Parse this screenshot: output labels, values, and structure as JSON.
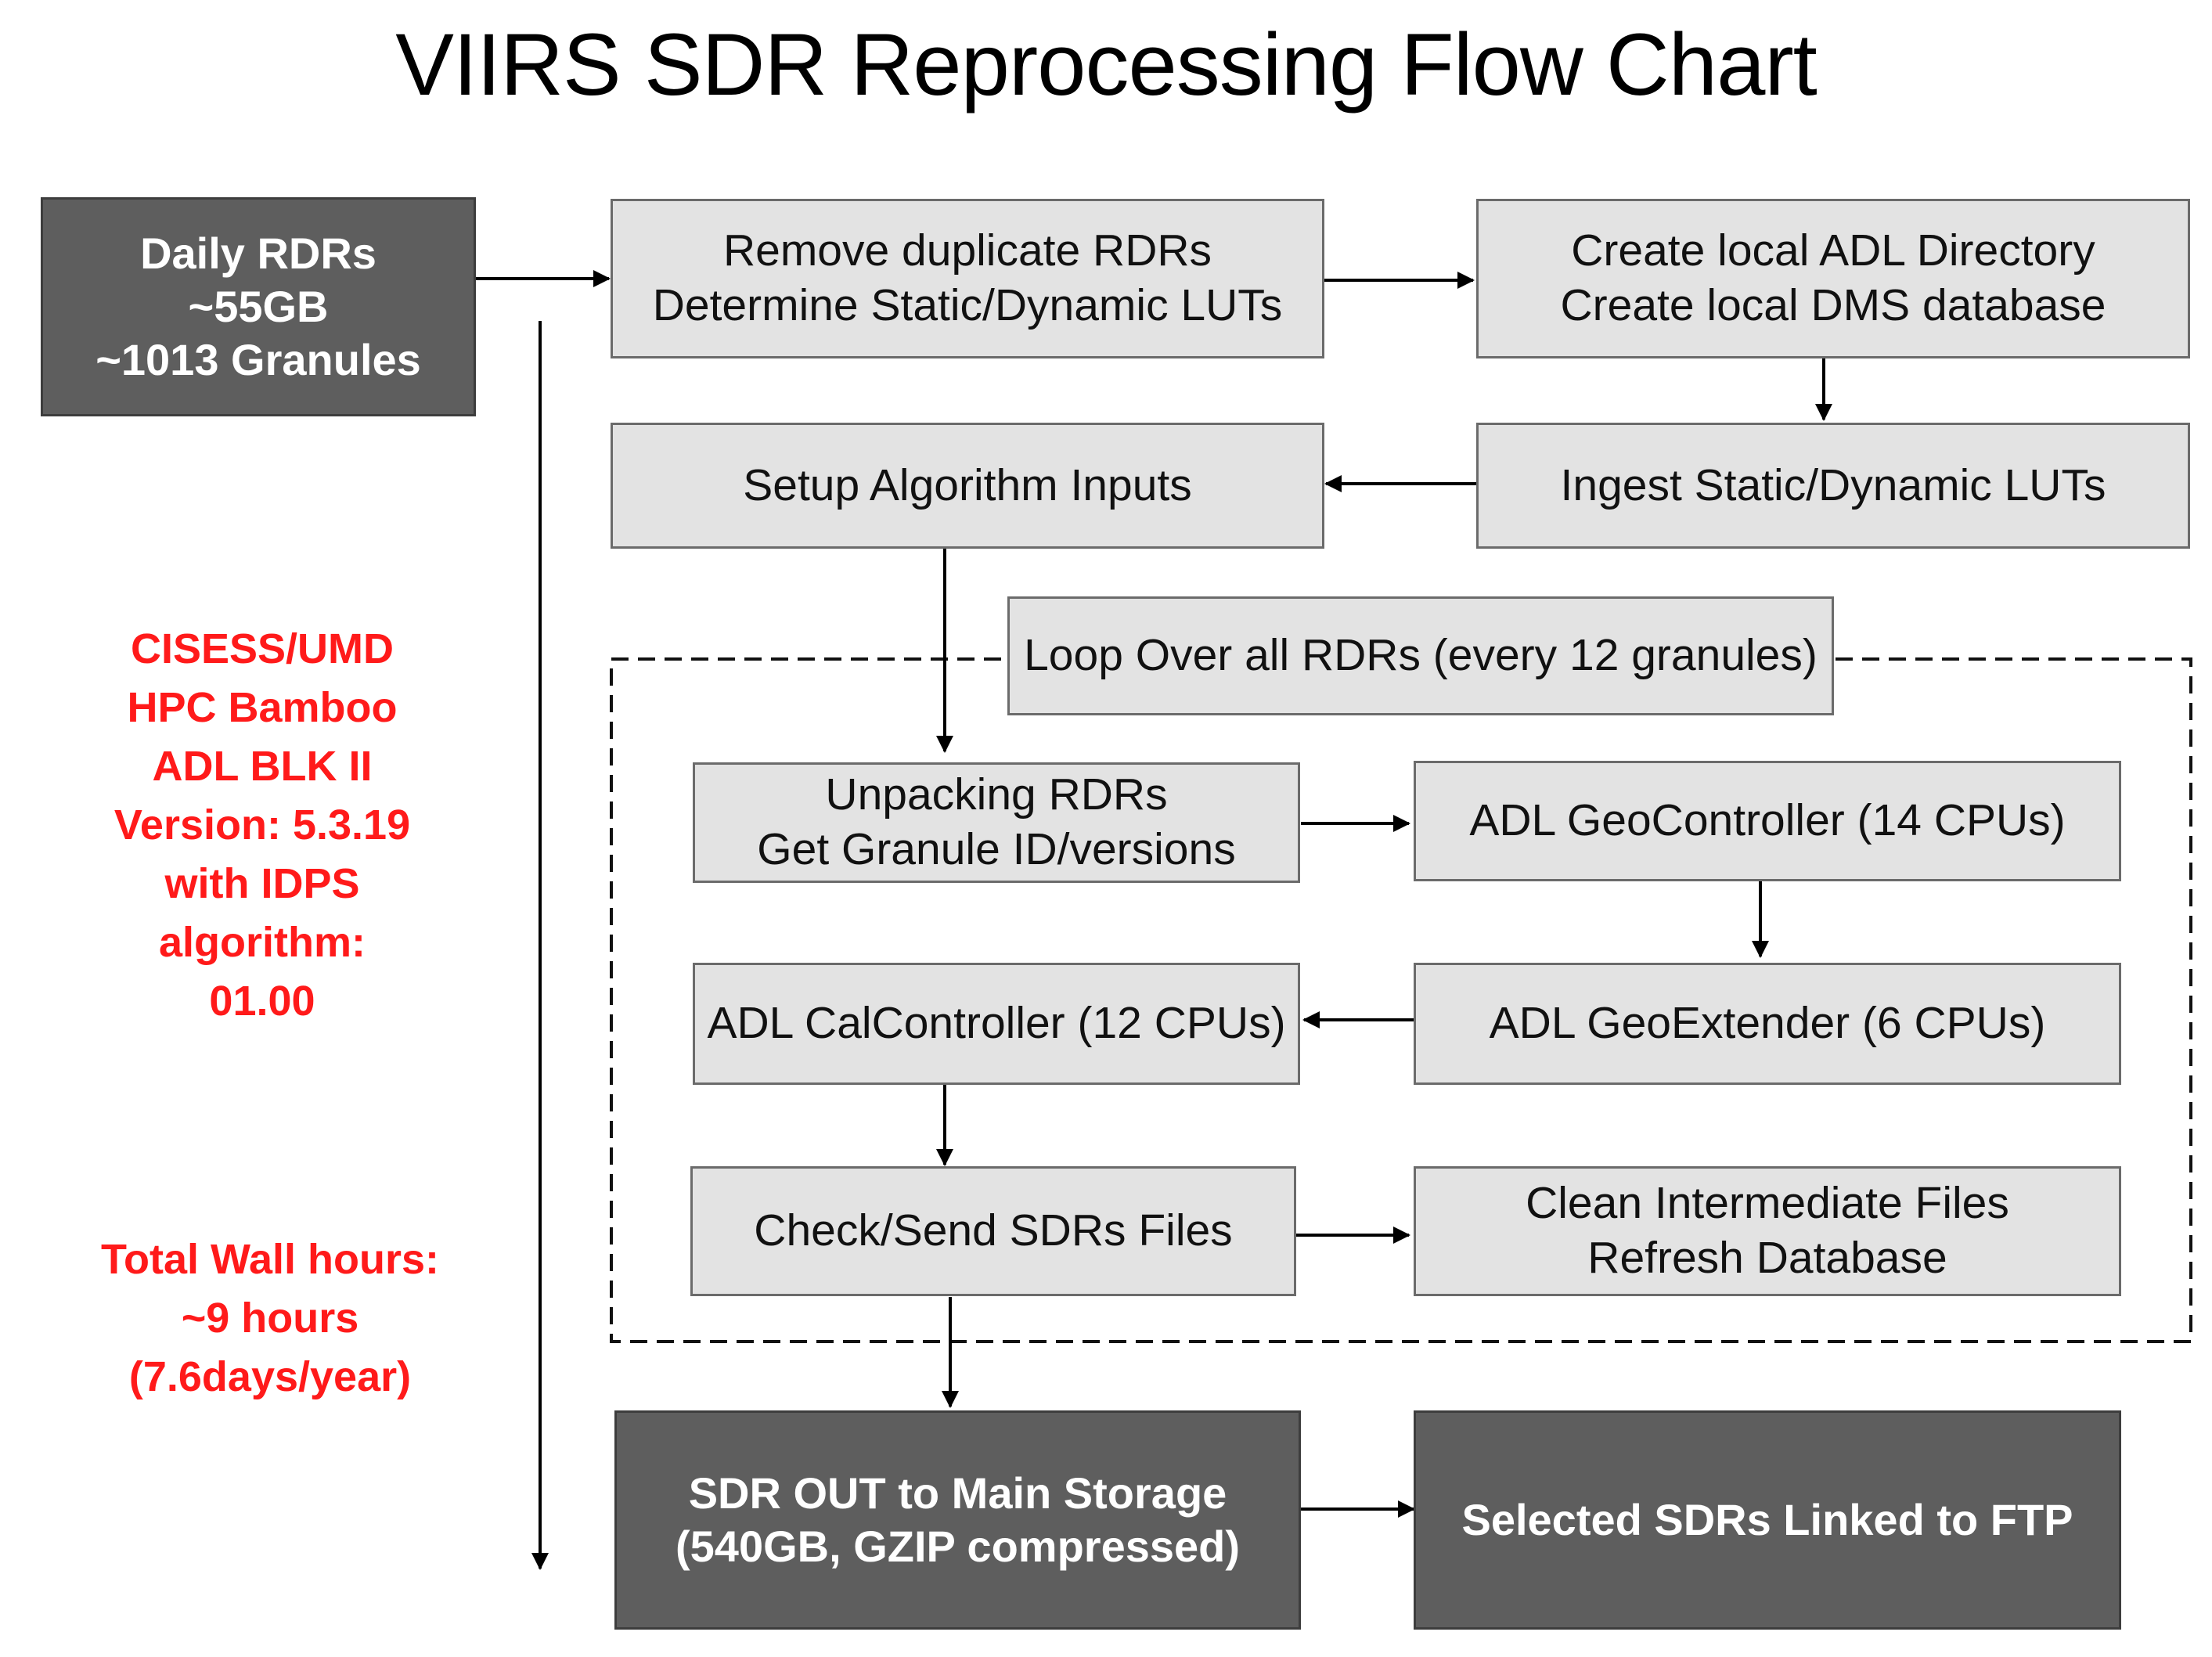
{
  "title": "VIIRS SDR Reprocessing Flow Chart",
  "nodes": {
    "daily_rdrs": [
      "Daily RDRs",
      "~55GB",
      "~1013 Granules"
    ],
    "remove_duplicates": [
      "Remove duplicate RDRs",
      "Determine Static/Dynamic LUTs"
    ],
    "create_local": [
      "Create local ADL Directory",
      "Create local DMS database"
    ],
    "setup_inputs": [
      "Setup Algorithm Inputs"
    ],
    "ingest_luts": [
      "Ingest Static/Dynamic LUTs"
    ],
    "loop": [
      "Loop Over all RDRs (every 12 granules)"
    ],
    "unpacking": [
      "Unpacking RDRs",
      "Get Granule ID/versions"
    ],
    "geocontroller": [
      "ADL GeoController (14 CPUs)"
    ],
    "calcontroller": [
      "ADL CalController (12 CPUs)"
    ],
    "geoextender": [
      "ADL GeoExtender (6 CPUs)"
    ],
    "check_send": [
      "Check/Send SDRs Files"
    ],
    "clean": [
      "Clean Intermediate Files",
      "Refresh Database"
    ],
    "sdr_out": [
      "SDR OUT to Main Storage",
      "(540GB, GZIP compressed)"
    ],
    "ftp": [
      "Selected SDRs Linked to FTP"
    ]
  },
  "notes": {
    "system": [
      "CISESS/UMD",
      "HPC Bamboo",
      "ADL BLK II",
      "Version: 5.3.19",
      "with IDPS",
      "algorithm:",
      "01.00"
    ],
    "wall_hours": [
      "Total Wall hours:",
      "~9 hours",
      "(7.6days/year)"
    ]
  },
  "colors": {
    "light_fill": "#e3e3e3",
    "dark_fill": "#5e5e5e",
    "note_text": "#ff1a1a",
    "connector": "#000000"
  }
}
